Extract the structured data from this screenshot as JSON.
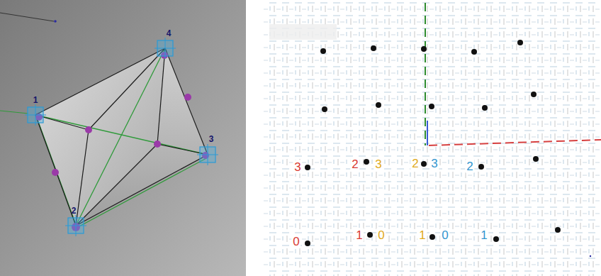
{
  "diagram": {
    "labels": [
      "4",
      "1",
      "3",
      "2",
      "3",
      "2",
      "3",
      "2",
      "3",
      "2",
      "0",
      "1",
      "0",
      "1",
      "0",
      "1"
    ]
  }
}
